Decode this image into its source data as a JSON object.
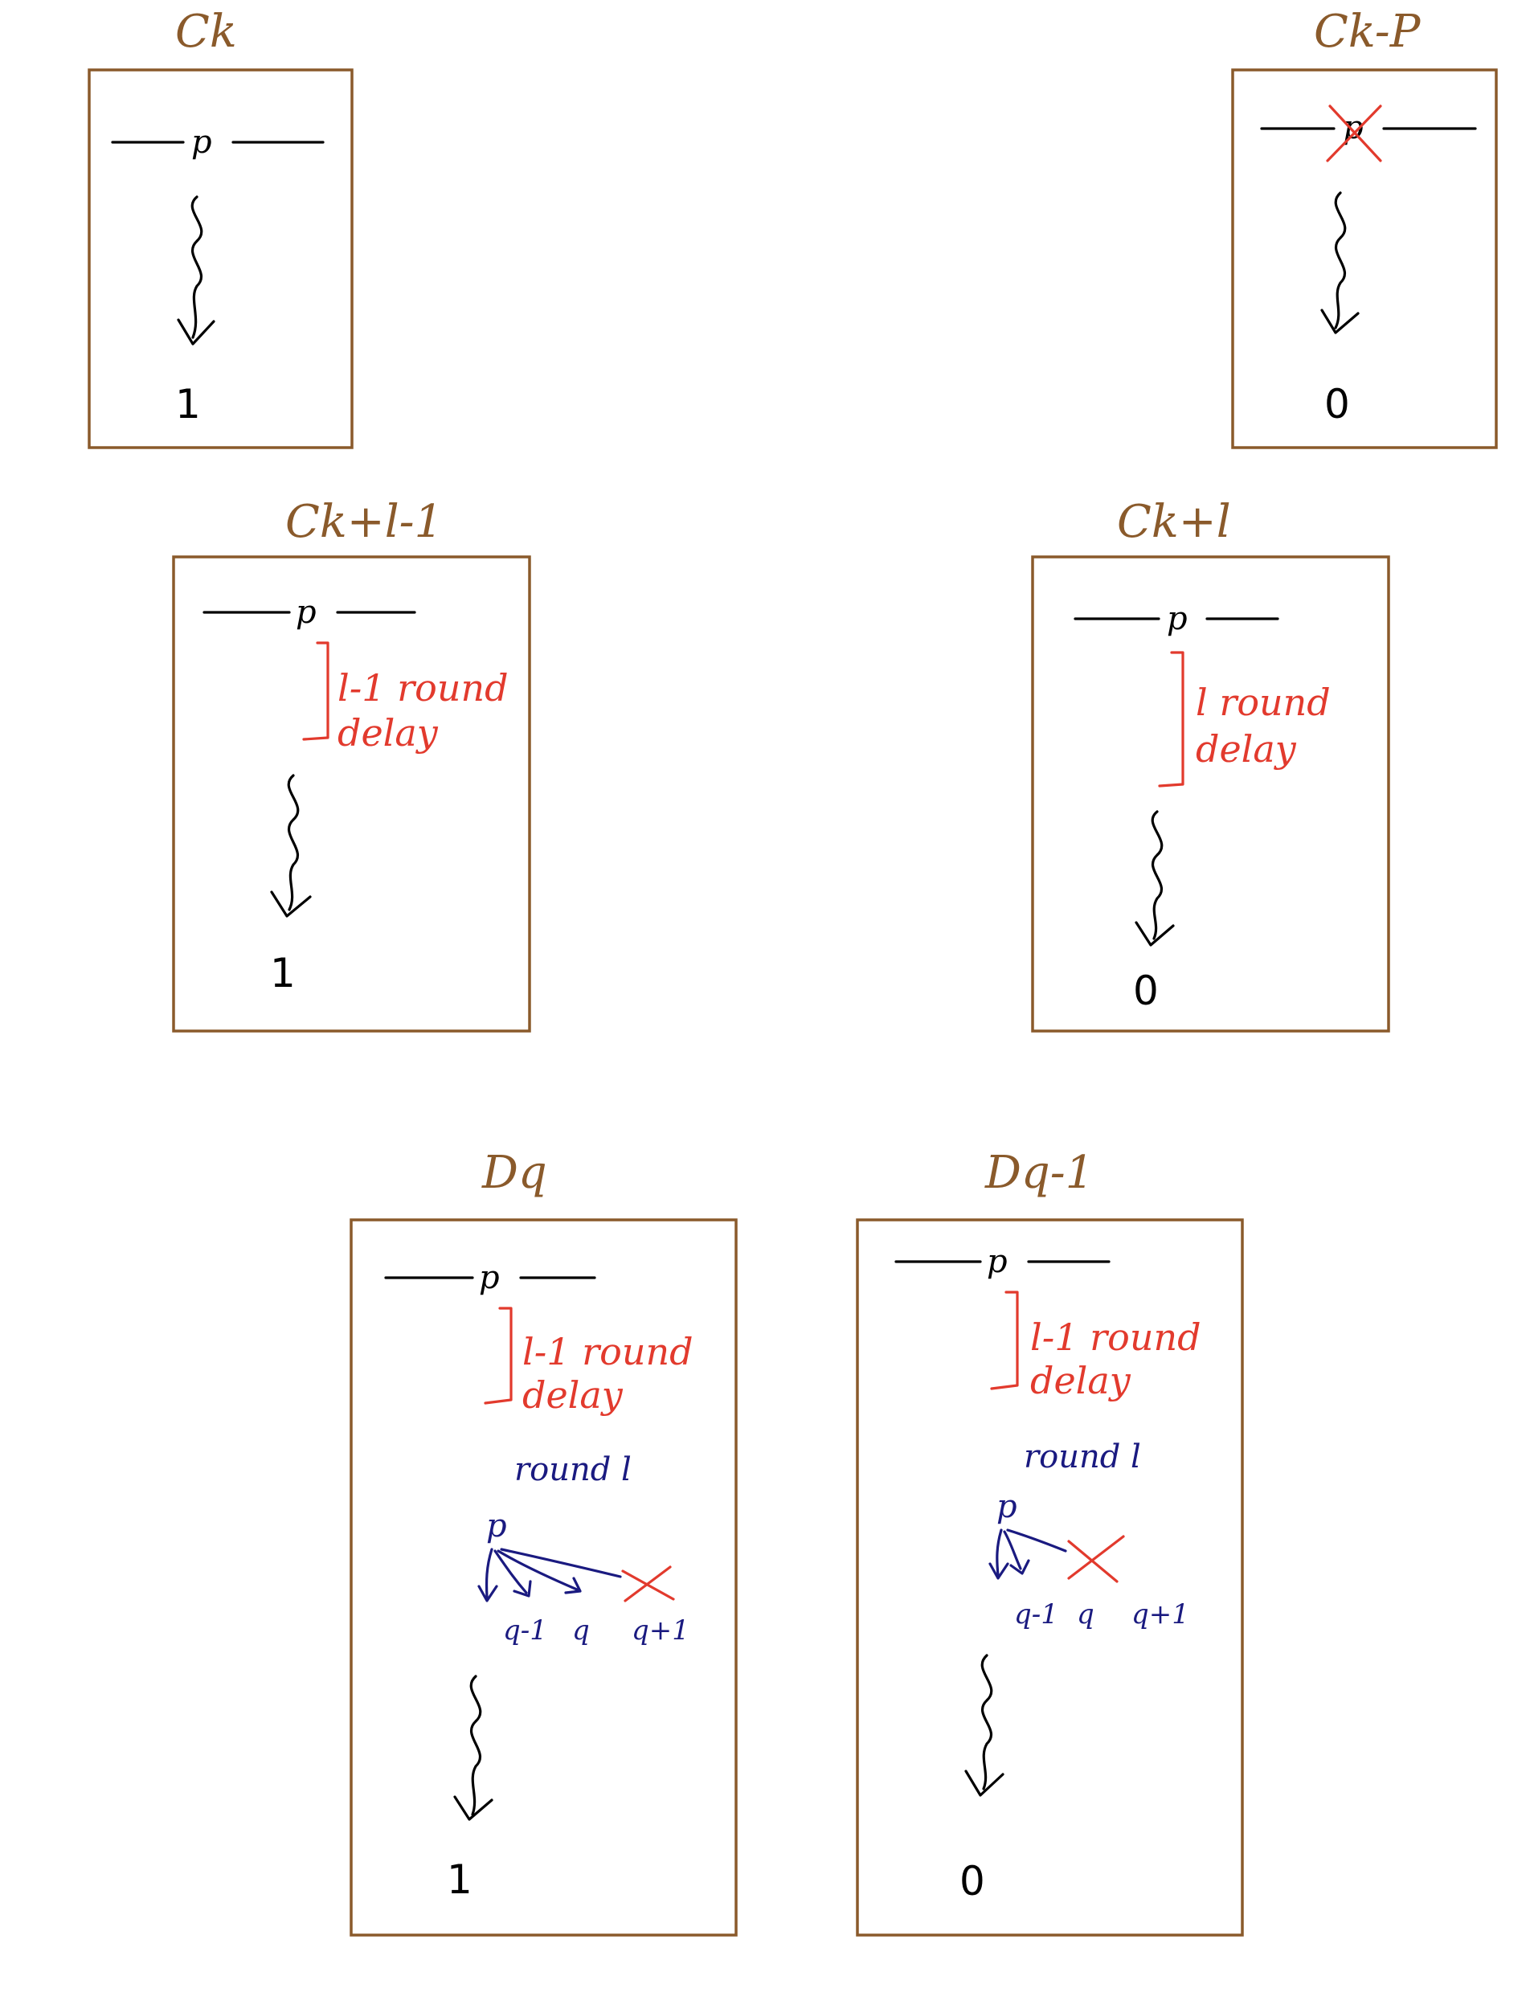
{
  "colors": {
    "frame": "#8a5a2b",
    "ink": "#000000",
    "delay": "#e23a2d",
    "round": "#1a1a80"
  },
  "panels": {
    "ck": {
      "title": "Ck",
      "process": "p",
      "result": "1"
    },
    "ck_minus_p": {
      "title": "Ck-P",
      "process": "p",
      "result": "0"
    },
    "ck_l_1": {
      "title": "Ck+l-1",
      "process": "p",
      "delay_line1": "l-1 round",
      "delay_line2": "delay",
      "result": "1"
    },
    "ck_l": {
      "title": "Ck+l",
      "process": "p",
      "delay_line1": "l round",
      "delay_line2": "delay",
      "result": "0"
    },
    "dq": {
      "title": "Dq",
      "process": "p",
      "delay_line1": "l-1 round",
      "delay_line2": "delay",
      "round_label": "round l",
      "sender": "p",
      "targets": [
        "q-1",
        "q",
        "q+1"
      ],
      "result": "1"
    },
    "dq_minus_1": {
      "title": "Dq-1",
      "process": "p",
      "delay_line1": "l-1 round",
      "delay_line2": "delay",
      "round_label": "round l",
      "sender": "p",
      "targets": [
        "q-1",
        "q",
        "q+1"
      ],
      "result": "0"
    }
  }
}
